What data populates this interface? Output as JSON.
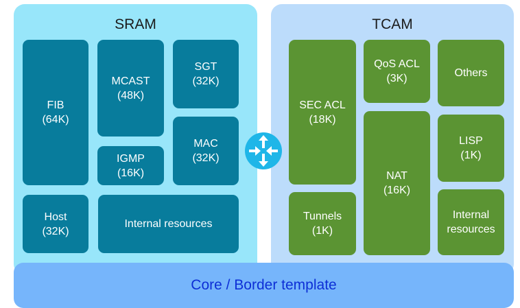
{
  "sram": {
    "title": "SRAM",
    "blocks": {
      "fib": {
        "name": "FIB",
        "size": "(64K)"
      },
      "mcast": {
        "name": "MCAST",
        "size": "(48K)"
      },
      "sgt": {
        "name": "SGT",
        "size": "(32K)"
      },
      "igmp": {
        "name": "IGMP",
        "size": "(16K)"
      },
      "mac": {
        "name": "MAC",
        "size": "(32K)"
      },
      "host": {
        "name": "Host",
        "size": "(32K)"
      },
      "internal": {
        "name": "Internal resources"
      }
    }
  },
  "tcam": {
    "title": "TCAM",
    "blocks": {
      "sec_acl": {
        "name": "SEC ACL",
        "size": "(18K)"
      },
      "qos_acl": {
        "name": "QoS ACL",
        "size": "(3K)"
      },
      "others": {
        "name": "Others"
      },
      "nat": {
        "name": "NAT",
        "size": "(16K)"
      },
      "lisp": {
        "name": "LISP",
        "size": "(1K)"
      },
      "tunnels": {
        "name": "Tunnels",
        "size": "(1K)"
      },
      "internal_1": "Internal",
      "internal_2": "resources"
    }
  },
  "footer": {
    "label": "Core / Border template"
  },
  "colors": {
    "sram_panel": "#98e6fa",
    "tcam_panel": "#bcdcfb",
    "sram_block": "#087c9c",
    "tcam_block": "#5b9433",
    "core_bar": "#76b5fb",
    "core_text": "#0d2fd6",
    "router_icon": "#1fb6e8"
  },
  "icons": {
    "router": "router-icon"
  }
}
